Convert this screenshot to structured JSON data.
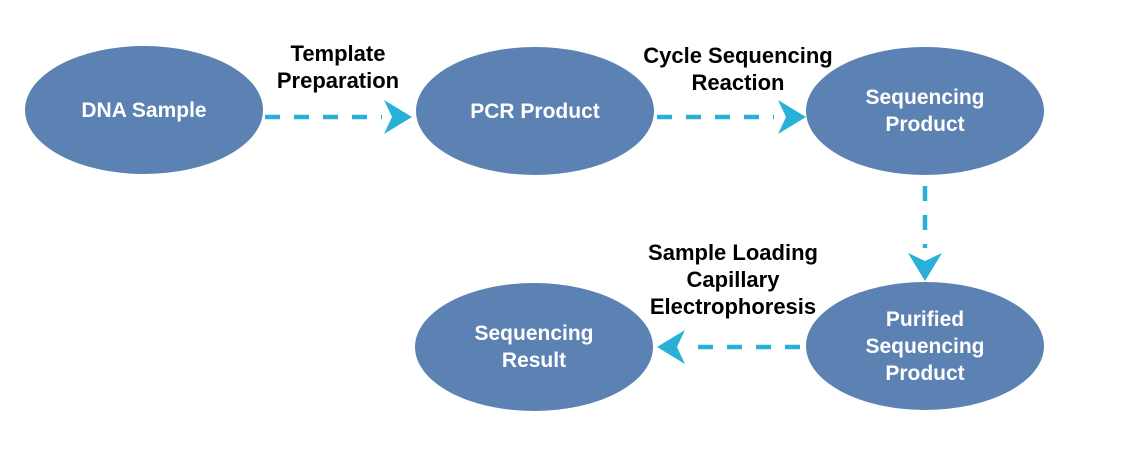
{
  "diagram": {
    "type": "flowchart",
    "description": "DNA sequencing workflow",
    "nodes": [
      {
        "id": "dna-sample",
        "label": "DNA Sample"
      },
      {
        "id": "pcr-product",
        "label": "PCR Product"
      },
      {
        "id": "sequencing-product",
        "label": "Sequencing\nProduct"
      },
      {
        "id": "purified-sequencing-product",
        "label": "Purified\nSequencing\nProduct"
      },
      {
        "id": "sequencing-result",
        "label": "Sequencing\nResult"
      }
    ],
    "edges": [
      {
        "from": "dna-sample",
        "to": "pcr-product",
        "label": "Template\nPreparation",
        "style": "dashed",
        "direction": "right"
      },
      {
        "from": "pcr-product",
        "to": "sequencing-product",
        "label": "Cycle Sequencing\nReaction",
        "style": "dashed",
        "direction": "right"
      },
      {
        "from": "sequencing-product",
        "to": "purified-sequencing-product",
        "label": "",
        "style": "dashed",
        "direction": "down"
      },
      {
        "from": "purified-sequencing-product",
        "to": "sequencing-result",
        "label": "Sample Loading\nCapillary\nElectrophoresis",
        "style": "dashed",
        "direction": "left"
      }
    ]
  },
  "colors": {
    "node_fill": "#5b82b2",
    "node_text": "#ffffff",
    "arrow": "#29b0d8",
    "label_text": "#000000",
    "background": "#ffffff"
  }
}
